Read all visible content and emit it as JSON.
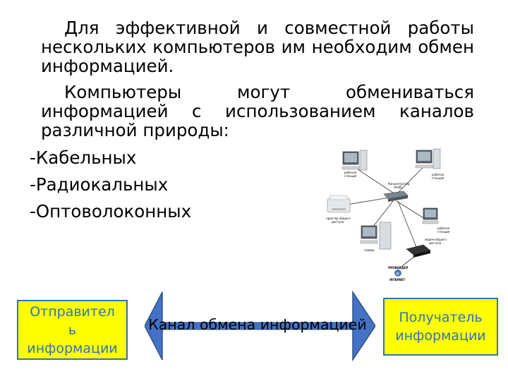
{
  "paragraphs": [
    "Для эффективной и совместной работы нескольких компьютеров им необходим обмен информацией.",
    "Компьютеры могут обмениваться информацией с использованием каналов различной природы:"
  ],
  "channel_types": [
    "-Кабельных",
    "-Радиокальных",
    "-Оптоволоконных"
  ],
  "diagram": {
    "sender": [
      "Отправител",
      "ь",
      "информации"
    ],
    "channel": "Канал обмена информацией",
    "receiver": [
      "Получатель",
      "информации"
    ],
    "colors": {
      "box_fill": "#ffff00",
      "box_text": "#2e75b6",
      "arrow_fill": "#4472c4"
    }
  },
  "network_image": {
    "labels": {
      "workstation_left": [
        "рабочая",
        "станция"
      ],
      "workstation_right": [
        "рабочая",
        "станция"
      ],
      "hub": [
        "Концентратор",
        "(HUB)"
      ],
      "printer": [
        "принтер общего",
        "доступа"
      ],
      "workstation_mid": [
        "рабочая",
        "станция"
      ],
      "server": "сервер",
      "modem": [
        "модем общего",
        "доступа"
      ],
      "provider": "ПРОВАЙДЕР",
      "internet": "INTERNET"
    }
  }
}
